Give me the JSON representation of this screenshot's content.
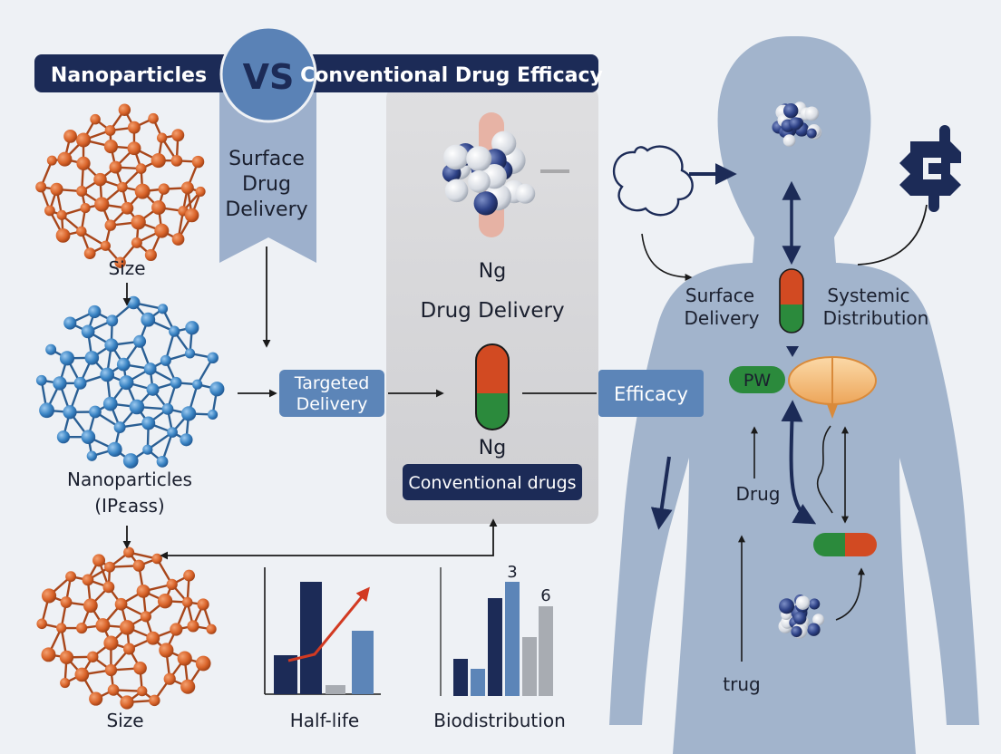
{
  "banner": {
    "left": "Nanoparticles",
    "vs": "VS",
    "right": "Conventional Drug Efficacy"
  },
  "left_column": {
    "size_top": "Size",
    "nanoparticles_line1": "Nanoparticles",
    "nanoparticles_line2": "(IPεass)",
    "size_bottom": "Size"
  },
  "ribbon": {
    "line1": "Surface",
    "line2": "Drug",
    "line3": "Delivery"
  },
  "targeted_box": {
    "line1": "Targeted",
    "line2": "Delivery"
  },
  "center_panel": {
    "ng_top": "Ng",
    "drug_delivery": "Drug Delivery",
    "ng_bottom": "Ng",
    "conventional_label": "Conventional drugs"
  },
  "efficacy_box": "Efficacy",
  "body_panel": {
    "surface_line1": "Surface",
    "surface_line2": "Delivery",
    "systemic_line1": "Systemic",
    "systemic_line2": "Distribution",
    "pw_label": "PW",
    "drug_label": "Drug",
    "trug_label": "trug"
  },
  "charts": {
    "half_life_label": "Half-life",
    "biodistribution_label": "Biodistribution",
    "value_3": "3",
    "value_6": "6"
  },
  "colors": {
    "navy": "#1c2b57",
    "steel_blue": "#5c85b8",
    "body_blue": "#a2b4cc",
    "gray_panel": "#d8d8da",
    "orange_atom": "#d9642a",
    "blue_atom": "#3a84c4",
    "red_capsule": "#d24a22",
    "green_capsule": "#2b8a3c",
    "arrow_red": "#d23a22"
  }
}
